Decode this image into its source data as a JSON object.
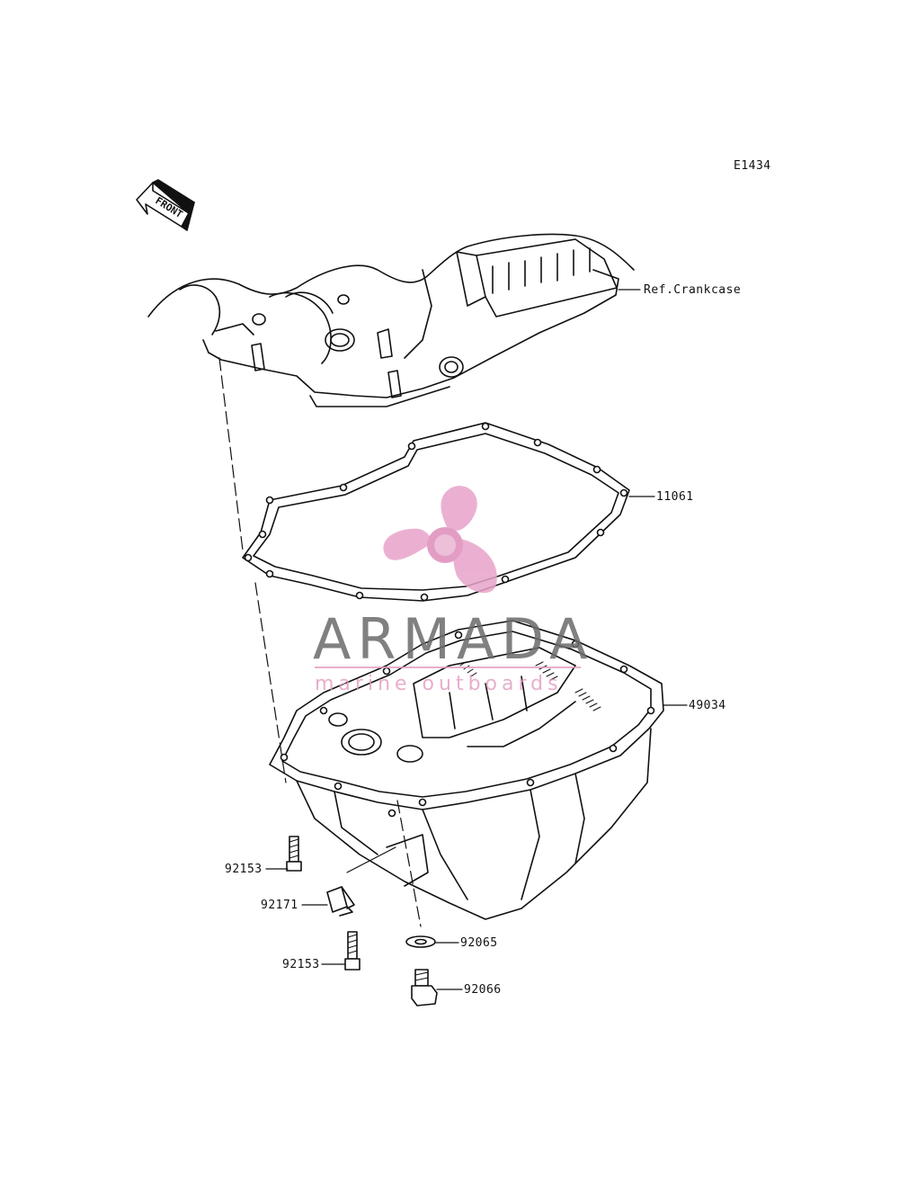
{
  "diagram_code": "E1434",
  "front_label": "FRONT",
  "callouts": {
    "crankcase": "Ref.Crankcase",
    "gasket": "11061",
    "oil_pan": "49034",
    "bolt_upper": "92153",
    "clamp": "92171",
    "bolt_lower": "92153",
    "washer": "92065",
    "drain_plug": "92066"
  },
  "watermark": {
    "brand": "ARMADA",
    "tagline": "marine outboards",
    "colors": {
      "logo": "#e8a3c9",
      "logo_center": "#df8cba",
      "brand_text": "#6b6b6b"
    }
  },
  "line_color": "#111111"
}
